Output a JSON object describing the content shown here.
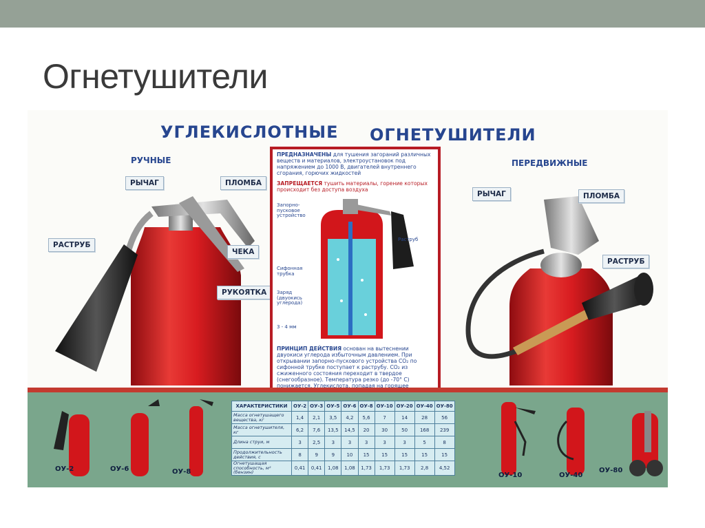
{
  "slide": {
    "title": "Огнетушители"
  },
  "poster": {
    "heading_left": "УГЛЕКИСЛОТНЫЕ",
    "heading_right": "ОГНЕТУШИТЕЛИ",
    "manual": {
      "section_label": "РУЧНЫЕ",
      "callouts": {
        "lever": "РЫЧАГ",
        "seal": "ПЛОМБА",
        "horn": "РАСТРУБ",
        "pin": "ЧЕКА",
        "handle": "РУКОЯТКА"
      }
    },
    "mobile": {
      "section_label": "ПЕРЕДВИЖНЫЕ",
      "callouts": {
        "lever": "РЫЧАГ",
        "seal": "ПЛОМБА",
        "horn": "РАСТРУБ"
      }
    },
    "center": {
      "purpose_title": "ПРЕДНАЗНАЧЕНЫ",
      "purpose_text": "для тушения загораний различных веществ и материалов, электроустановок под напряжением до 1000 В, двигателей внутреннего сгорания, горючих жидкостей",
      "forbidden_title": "ЗАПРЕЩАЕТСЯ",
      "forbidden_text": "тушить материалы, горение которых происходит без доступа воздуха",
      "labels": {
        "valve": "Запорно-пусковое устройство",
        "horn": "Раструб",
        "siphon": "Сифонная трубка",
        "charge": "Заряд (двуокись углерода)",
        "gap": "3 - 4 мм"
      },
      "principle_title": "ПРИНЦИП ДЕЙСТВИЯ",
      "principle_text": "основан на вытеснении двуокиси углерода избыточным давлением. При открывании запорно-пускового устройства CO₂ по сифонной трубке поступает к раструбу. CO₂ из сжиженного состояния переходит в твердое (снегообразное). Температура резко (до -70° С) понижается. Углекислота, попадая на горящее вещество, изолирует его от кислорода"
    },
    "models_left": [
      "ОУ-2",
      "ОУ-6",
      "ОУ-8"
    ],
    "models_right": [
      "ОУ-10",
      "ОУ-40",
      "ОУ-80"
    ],
    "table": {
      "header": [
        "ХАРАКТЕРИСТИКИ",
        "ОУ-2",
        "ОУ-3",
        "ОУ-5",
        "ОУ-6",
        "ОУ-8",
        "ОУ-10",
        "ОУ-20",
        "ОУ-40",
        "ОУ-80"
      ],
      "rows": [
        {
          "label": "Масса огнетушащего вещества, кг",
          "values": [
            "1,4",
            "2,1",
            "3,5",
            "4,2",
            "5,6",
            "7",
            "14",
            "28",
            "56"
          ]
        },
        {
          "label": "Масса огнетушителя, кг",
          "values": [
            "6,2",
            "7,6",
            "13,5",
            "14,5",
            "20",
            "30",
            "50",
            "168",
            "239"
          ]
        },
        {
          "label": "Длина струи, м",
          "values": [
            "3",
            "2,5",
            "3",
            "3",
            "3",
            "3",
            "3",
            "5",
            "8"
          ]
        },
        {
          "label": "Продолжительность действия, с",
          "values": [
            "8",
            "9",
            "9",
            "10",
            "15",
            "15",
            "15",
            "15",
            "15"
          ]
        },
        {
          "label": "Огнетушащая способность, м² (бензин)",
          "values": [
            "0,41",
            "0,41",
            "1,08",
            "1,08",
            "1,73",
            "1,73",
            "1,73",
            "2,8",
            "4,52"
          ]
        }
      ]
    }
  },
  "colors": {
    "topbar": "#95a196",
    "heading_blue": "#27468f",
    "extinguisher_red": "#d2161b",
    "panel_border": "#b71c24",
    "band_green": "#7aa68c"
  }
}
